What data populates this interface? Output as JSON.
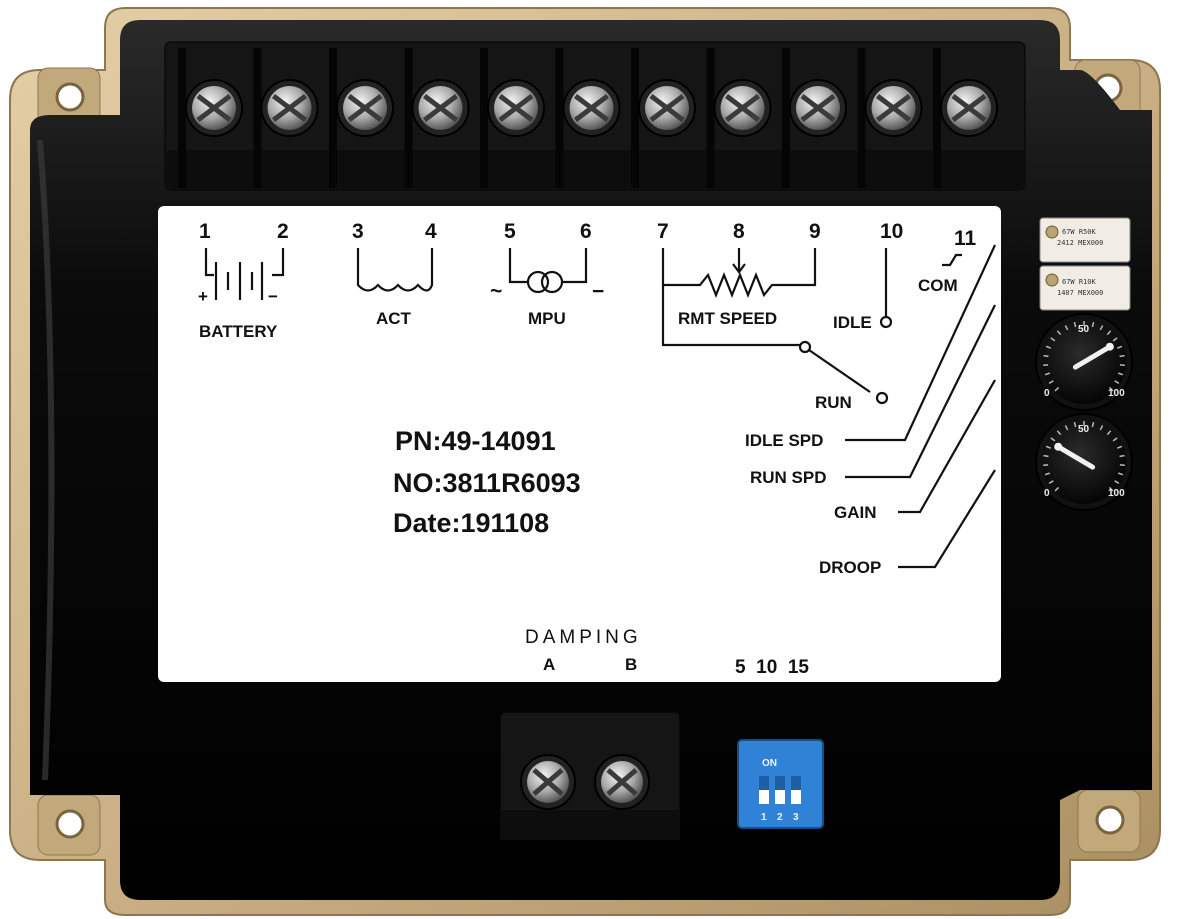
{
  "terminal_numbers": [
    "1",
    "2",
    "3",
    "4",
    "5",
    "6",
    "7",
    "8",
    "9",
    "10",
    "11"
  ],
  "labels": {
    "battery": "BATTERY",
    "plus": "+",
    "minus": "−",
    "act": "ACT",
    "mpu": "MPU",
    "tilde": "~",
    "mpu_minus": "−",
    "rmt_speed": "RMT SPEED",
    "idle": "IDLE",
    "com": "COM",
    "run": "RUN",
    "idle_spd": "IDLE SPD",
    "run_spd": "RUN SPD",
    "gain": "GAIN",
    "droop": "DROOP",
    "damping": "DAMPING",
    "damping_a": "A",
    "damping_b": "B",
    "droop_scale": "5  10  15"
  },
  "part_info": {
    "pn": "PN:49-14091",
    "no": "NO:3811R6093",
    "date": "Date:191108"
  },
  "trimpots": [
    {
      "line1": "67W R50K",
      "line2": "2412 MEX000"
    },
    {
      "line1": "67W R10K",
      "line2": "1407 MEX000"
    }
  ],
  "dials": [
    {
      "top": "50",
      "low": "0",
      "high": "100",
      "level": 0.72
    },
    {
      "top": "50",
      "low": "0",
      "high": "100",
      "level": 0.28
    }
  ],
  "dip_switch": {
    "on_label": "ON",
    "positions": [
      "1",
      "2",
      "3"
    ],
    "states": [
      false,
      false,
      false
    ]
  },
  "colors": {
    "housing": "#cdb48c",
    "board": "#0a0a0a",
    "label_panel": "#ffffff",
    "dip_blue": "#2f82d6"
  }
}
